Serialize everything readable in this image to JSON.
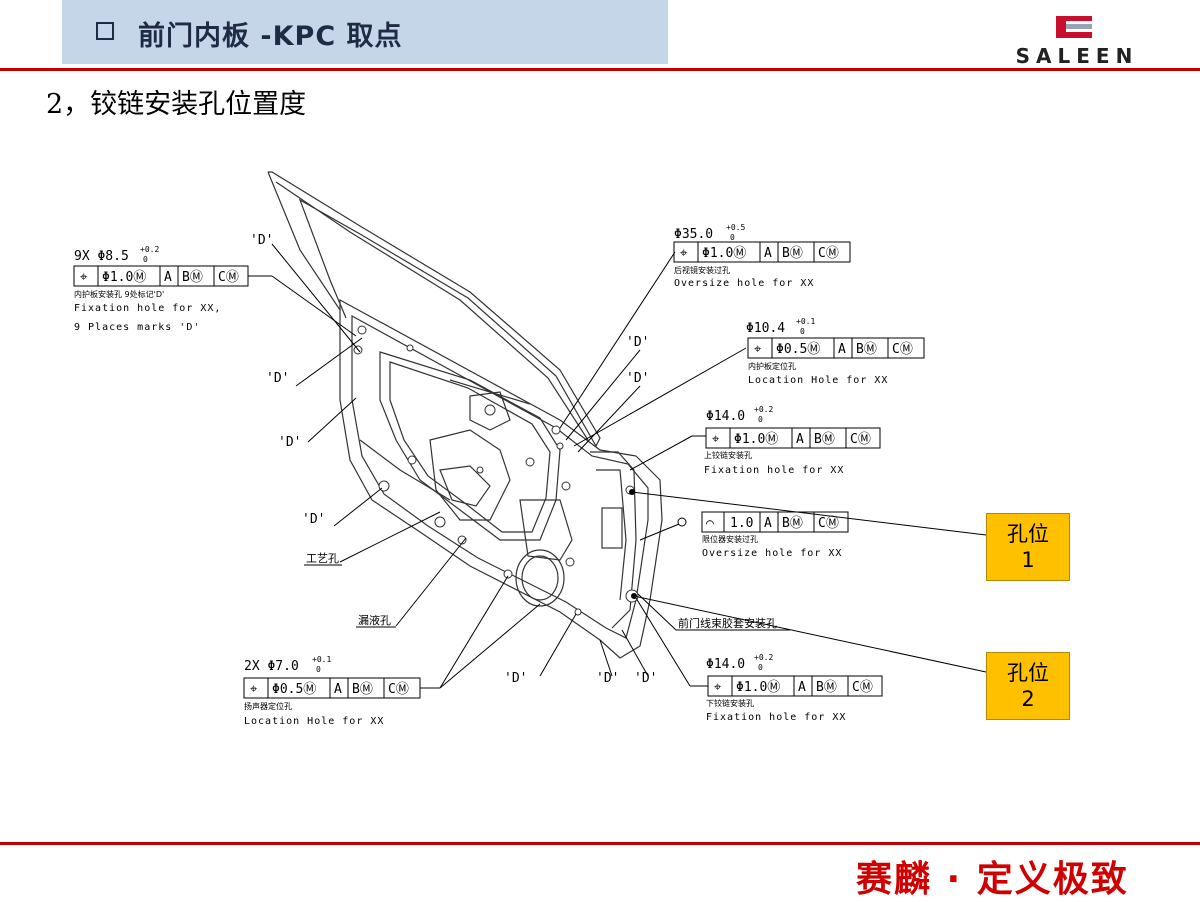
{
  "header": {
    "title": "前门内板 -KPC  取点",
    "logo_text": "SALEEN"
  },
  "subtitle": "2，铰链安装孔位置度",
  "footer": {
    "slogan": "赛麟 · 定义极致"
  },
  "tags": [
    {
      "line1": "孔位",
      "line2": "1"
    },
    {
      "line1": "孔位",
      "line2": "2"
    }
  ],
  "callouts": {
    "c1": {
      "dim": "9X Φ8.5",
      "tol_up": "+0.2",
      "tol_low": "0",
      "fcf": [
        "⌖",
        "Φ1.0Ⓜ",
        "A",
        "BⓂ",
        "CⓂ"
      ],
      "cn": "内护板安装孔 9处标记'D'",
      "en1": "Fixation hole for XX,",
      "en2": "9 Places marks 'D'"
    },
    "c2": {
      "dim": "Φ35.0",
      "tol_up": "+0.5",
      "tol_low": "0",
      "fcf": [
        "⌖",
        "Φ1.0Ⓜ",
        "A",
        "BⓂ",
        "CⓂ"
      ],
      "cn": "后视镜安装过孔",
      "en1": "Oversize hole for XX"
    },
    "c3": {
      "dim": "Φ10.4",
      "tol_up": "+0.1",
      "tol_low": "0",
      "fcf": [
        "⌖",
        "Φ0.5Ⓜ",
        "A",
        "BⓂ",
        "CⓂ"
      ],
      "cn": "内护板定位孔",
      "en1": "Location Hole for XX"
    },
    "c4": {
      "dim": "Φ14.0",
      "tol_up": "+0.2",
      "tol_low": "0",
      "fcf": [
        "⌖",
        "Φ1.0Ⓜ",
        "A",
        "BⓂ",
        "CⓂ"
      ],
      "cn": "上铰链安装孔",
      "en1": "Fixation hole for XX"
    },
    "c5": {
      "fcf": [
        "⌒",
        "1.0",
        "A",
        "BⓂ",
        "CⓂ"
      ],
      "cn": "限位器安装过孔",
      "en1": "Oversize hole for XX"
    },
    "c6": {
      "cn": "前门线束胶套安装孔"
    },
    "c7": {
      "dim": "2X Φ7.0",
      "tol_up": "+0.1",
      "tol_low": "0",
      "fcf": [
        "⌖",
        "Φ0.5Ⓜ",
        "A",
        "BⓂ",
        "CⓂ"
      ],
      "cn": "扬声器定位孔",
      "en1": "Location Hole for XX"
    },
    "c8": {
      "dim": "Φ14.0",
      "tol_up": "+0.2",
      "tol_low": "0",
      "fcf": [
        "⌖",
        "Φ1.0Ⓜ",
        "A",
        "BⓂ",
        "CⓂ"
      ],
      "cn": "下铰链安装孔",
      "en1": "Fixation hole for XX"
    },
    "gongyi": "工艺孔",
    "louye": "漏液孔",
    "d_mark": "'D'"
  }
}
